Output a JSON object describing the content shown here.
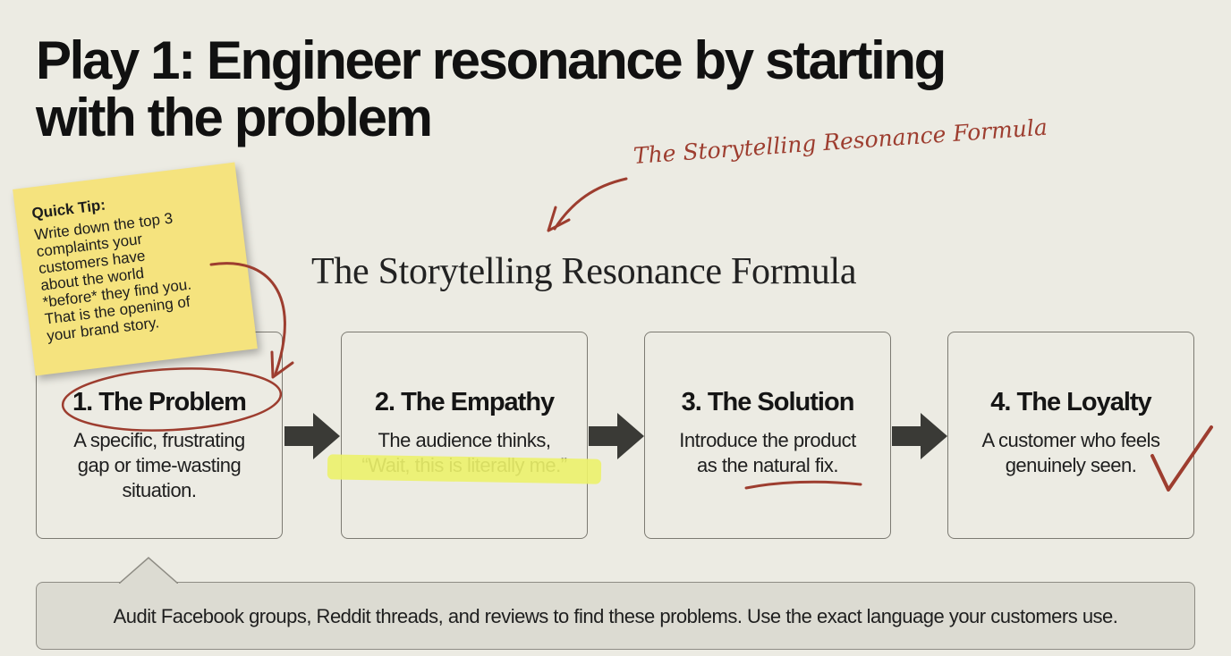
{
  "page": {
    "title": "Play 1: Engineer resonance by starting with the problem"
  },
  "annotation": {
    "handwritten_label": "The Storytelling Resonance Formula"
  },
  "diagram": {
    "title": "The Storytelling Resonance Formula",
    "steps": [
      {
        "title": "1. The Problem",
        "description": "A specific, frustrating\ngap or time-wasting\nsituation."
      },
      {
        "title": "2. The Empathy",
        "description": "The audience thinks,\n“Wait, this is literally me.”"
      },
      {
        "title": "3. The Solution",
        "description": "Introduce the product\nas the natural fix."
      },
      {
        "title": "4. The Loyalty",
        "description": "A customer who feels\ngenuinely seen."
      }
    ]
  },
  "sticky_note": {
    "heading": "Quick Tip:",
    "body": "Write down the top 3\ncomplaints your\ncustomers have\nabout the world\n*before* they find you.\nThat is the opening of\nyour brand story."
  },
  "callout": {
    "text": "Audit Facebook groups, Reddit threads, and reviews to find these problems. Use the exact language your customers use."
  },
  "colors": {
    "background": "#ecebe3",
    "sticky_note": "#f5e37e",
    "annotation_red": "#9d3d2f",
    "highlighter": "#ecf26a",
    "arrow": "#3a3a36",
    "callout_fill": "#dcdbd2"
  }
}
